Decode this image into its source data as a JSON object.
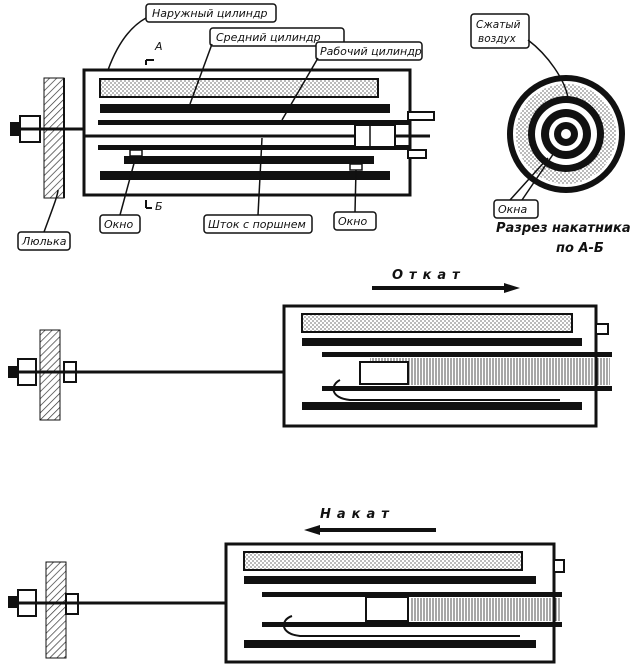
{
  "labels": {
    "outer_cylinder": "Наружный цилиндр",
    "middle_cylinder": "Средний цилиндр",
    "working_cylinder": "Рабочий цилиндр",
    "section_a": "А",
    "section_b": "Б",
    "cradle": "Люлька",
    "window_left": "Окно",
    "rod_with_piston": "Шток с поршнем",
    "window_right": "Окно",
    "compressed_air_line1": "Сжатый",
    "compressed_air_line2": "воздух",
    "windows": "Окна",
    "section_caption_line1": "Разрез накатника",
    "section_caption_line2": "по А-Б",
    "recoil": "Откат",
    "counter_recoil": "Накат"
  },
  "colors": {
    "ink": "#111111",
    "paper": "#ffffff",
    "wall": "#444444"
  }
}
